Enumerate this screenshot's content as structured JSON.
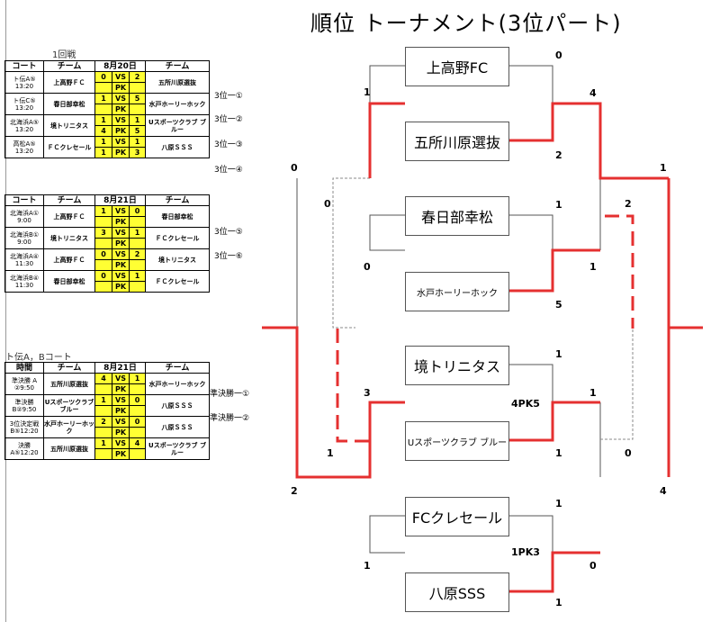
{
  "title": "順位 トーナメント(3位パート)",
  "sections": {
    "s1": "1回戦",
    "s3": "ト伝A，Bコート"
  },
  "tables": [
    {
      "headers": [
        "コート",
        "チーム",
        "8月20日",
        "チーム"
      ],
      "rows": [
        {
          "court": "ト伝A⑤ 13:20",
          "t1": "上高野ＦＣ",
          "s1": "0",
          "s2": "2",
          "p1": "",
          "p2": "",
          "t2": "五所川原選抜"
        },
        {
          "court": "ト伝C⑤ 13:20",
          "t1": "春日部幸松",
          "s1": "1",
          "s2": "5",
          "p1": "",
          "p2": "",
          "t2": "水戸ホーリーホック"
        },
        {
          "court": "北海浜A⑤ 13:20",
          "t1": "境トリニタス",
          "s1": "1",
          "s2": "1",
          "p1": "4",
          "p2": "5",
          "t2": "Uスポーツクラブ ブルー"
        },
        {
          "court": "高松A⑤ 13:20",
          "t1": "ＦＣクレセール",
          "s1": "1",
          "s2": "1",
          "p1": "1",
          "p2": "3",
          "t2": "八原ＳＳＳ"
        }
      ]
    },
    {
      "headers": [
        "コート",
        "チーム",
        "8月21日",
        "チーム"
      ],
      "rows": [
        {
          "court": "北海浜A① 9:00",
          "t1": "上高野ＦＣ",
          "s1": "1",
          "s2": "0",
          "p1": "",
          "p2": "",
          "t2": "春日部幸松"
        },
        {
          "court": "北海浜B① 9:00",
          "t1": "境トリニタス",
          "s1": "3",
          "s2": "1",
          "p1": "",
          "p2": "",
          "t2": "ＦＣクレセール"
        },
        {
          "court": "北海浜A④ 11:30",
          "t1": "上高野ＦＣ",
          "s1": "0",
          "s2": "2",
          "p1": "",
          "p2": "",
          "t2": "境トリニタス"
        },
        {
          "court": "北海浜B④ 11:30",
          "t1": "春日部幸松",
          "s1": "0",
          "s2": "1",
          "p1": "",
          "p2": "",
          "t2": "ＦＣクレセール"
        }
      ]
    },
    {
      "headers": [
        "時間",
        "チーム",
        "8月21日",
        "チーム"
      ],
      "rows": [
        {
          "court": "準決勝 A ②9:50",
          "t1": "五所川原選抜",
          "s1": "4",
          "s2": "1",
          "p1": "",
          "p2": "",
          "t2": "水戸ホーリーホック"
        },
        {
          "court": "準決勝 B②9:50",
          "t1": "Uスポーツクラブ ブルー",
          "s1": "1",
          "s2": "0",
          "p1": "",
          "p2": "",
          "t2": "八原ＳＳＳ"
        },
        {
          "court": "3位決定戦 B⑤12:20",
          "t1": "水戸ホーリーホック",
          "s1": "2",
          "s2": "0",
          "p1": "",
          "p2": "",
          "t2": "八原ＳＳＳ"
        },
        {
          "court": "決勝 A⑤12:20",
          "t1": "五所川原選抜",
          "s1": "1",
          "s2": "4",
          "p1": "",
          "p2": "",
          "t2": "Uスポーツクラブ ブルー"
        }
      ]
    }
  ],
  "vs": "VS",
  "pk": "PK",
  "slot_labels": [
    "3位一①",
    "3位一②",
    "3位一③",
    "3位一④",
    "3位一⑤",
    "3位一⑥",
    "準決勝一①",
    "準決勝一②"
  ],
  "teams": [
    "上高野FC",
    "五所川原選抜",
    "春日部幸松",
    "水戸ホーリーホック",
    "境トリニタス",
    "Uスポーツクラブ ブルー",
    "FCクレセール",
    "八原SSS"
  ],
  "scores": {
    "r1_0": "0",
    "r1_1": "2",
    "r1_2": "4",
    "r1_3": "1",
    "r1_4": "1",
    "r1_5": "5",
    "r1_6": "1",
    "r1_7": "1",
    "r1_8": "4PK5",
    "r1_9": "1",
    "r1_10": "0",
    "r1_11": "1PK3",
    "r1_12": "1",
    "r2_0": "1",
    "r2_1": "0",
    "r2_2": "0",
    "r2_3": "3",
    "r2_4": "1",
    "r2_5": "1",
    "r3_0": "1",
    "r3_1": "2",
    "r3_2": "0",
    "r3_3": "4",
    "r3_4": "2"
  },
  "colors": {
    "win": "#e53030",
    "line": "#555555",
    "highlight": "#ffff33"
  }
}
